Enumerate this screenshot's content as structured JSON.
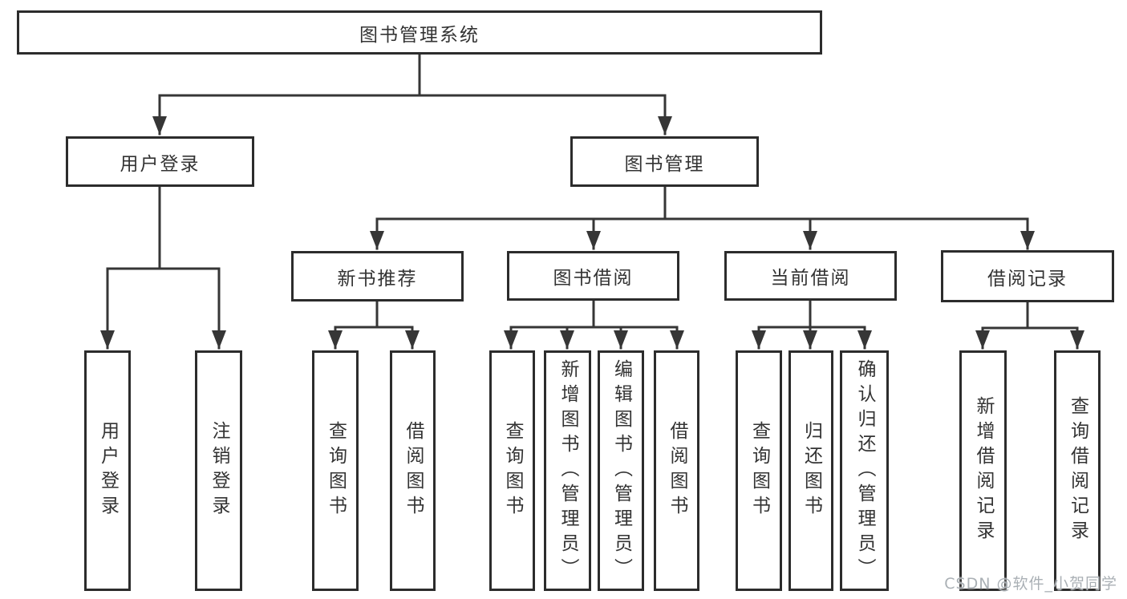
{
  "diagram": {
    "tree": {
      "root": {
        "label": "图书管理系统",
        "children": [
          {
            "label": "用户登录",
            "children": [
              {
                "label": "用户登录"
              },
              {
                "label": "注销登录"
              }
            ]
          },
          {
            "label": "图书管理",
            "children": [
              {
                "label": "新书推荐",
                "children": [
                  {
                    "label": "查询图书"
                  },
                  {
                    "label": "借阅图书"
                  }
                ]
              },
              {
                "label": "图书借阅",
                "children": [
                  {
                    "label": "查询图书"
                  },
                  {
                    "label": "新增图书（管理员）"
                  },
                  {
                    "label": "编辑图书（管理员）"
                  },
                  {
                    "label": "借阅图书"
                  }
                ]
              },
              {
                "label": "当前借阅",
                "children": [
                  {
                    "label": "查询图书"
                  },
                  {
                    "label": "归还图书"
                  },
                  {
                    "label": "确认归还（管理员）"
                  }
                ]
              },
              {
                "label": "借阅记录",
                "children": [
                  {
                    "label": "新增借阅记录"
                  },
                  {
                    "label": "查询借阅记录"
                  }
                ]
              }
            ]
          }
        ]
      }
    },
    "colors": {
      "line": "#363636",
      "box_border": "#2c2c2c",
      "box_fill": "#ffffff",
      "text": "#333333",
      "watermark": "#aab0b5",
      "background": "#ffffff"
    }
  },
  "watermark": {
    "text": "CSDN @软件_小贺同学"
  }
}
